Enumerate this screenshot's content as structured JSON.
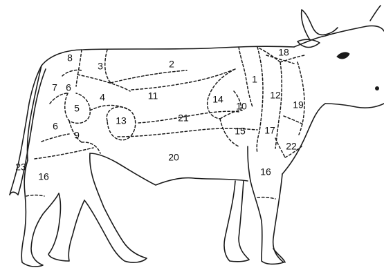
{
  "diagram": {
    "regions": [
      {
        "id": "r1",
        "label": "1"
      },
      {
        "id": "r2",
        "label": "2"
      },
      {
        "id": "r3",
        "label": "3"
      },
      {
        "id": "r4",
        "label": "4"
      },
      {
        "id": "r5",
        "label": "5"
      },
      {
        "id": "r6a",
        "label": "6"
      },
      {
        "id": "r6b",
        "label": "6"
      },
      {
        "id": "r7",
        "label": "7"
      },
      {
        "id": "r8",
        "label": "8"
      },
      {
        "id": "r9",
        "label": "9"
      },
      {
        "id": "r10",
        "label": "10"
      },
      {
        "id": "r11",
        "label": "11"
      },
      {
        "id": "r12",
        "label": "12"
      },
      {
        "id": "r13",
        "label": "13"
      },
      {
        "id": "r14",
        "label": "14"
      },
      {
        "id": "r15",
        "label": "15"
      },
      {
        "id": "r16a",
        "label": "16"
      },
      {
        "id": "r16b",
        "label": "16"
      },
      {
        "id": "r17",
        "label": "17"
      },
      {
        "id": "r18",
        "label": "18"
      },
      {
        "id": "r19",
        "label": "19"
      },
      {
        "id": "r20",
        "label": "20"
      },
      {
        "id": "r21",
        "label": "21"
      },
      {
        "id": "r22",
        "label": "22"
      },
      {
        "id": "r23",
        "label": "23"
      }
    ]
  }
}
